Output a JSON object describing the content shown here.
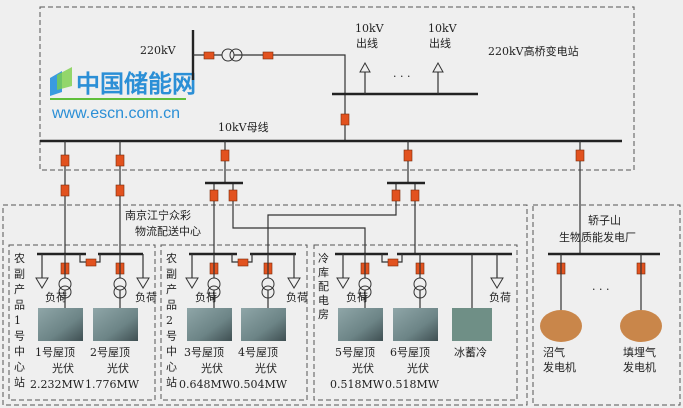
{
  "substation": {
    "hv_label": "220kV",
    "outlet1": [
      "10kV",
      "出线"
    ],
    "outlet2": [
      "10kV",
      "出线"
    ],
    "dots": "· · ·",
    "name": "220kV高桥变电站",
    "bus_label": "10kV母线"
  },
  "distribution_center": [
    "南京江宁众彩",
    "物流配送中心"
  ],
  "station1": {
    "name": [
      "农",
      "副",
      "产",
      "品",
      "1",
      "号",
      "中",
      "心",
      "站"
    ],
    "load_label": "负荷",
    "pv": [
      {
        "line1": "1号屋顶",
        "line2": "光伏",
        "capacity": "2.232MW"
      },
      {
        "line1": "2号屋顶",
        "line2": "光伏",
        "capacity": "1.776MW"
      }
    ]
  },
  "station2": {
    "name": [
      "农",
      "副",
      "产",
      "品",
      "2",
      "号",
      "中",
      "心",
      "站"
    ],
    "load_label": "负荷",
    "pv": [
      {
        "line1": "3号屋顶",
        "line2": "光伏",
        "capacity": "0.648MW"
      },
      {
        "line1": "4号屋顶",
        "line2": "光伏",
        "capacity": "0.504MW"
      }
    ]
  },
  "station3": {
    "name": [
      "冷",
      "库",
      "配",
      "电",
      "房"
    ],
    "load_label": "负荷",
    "pv": [
      {
        "line1": "5号屋顶",
        "line2": "光伏",
        "capacity": "0.518MW"
      },
      {
        "line1": "6号屋顶",
        "line2": "光伏",
        "capacity": "0.518MW"
      }
    ],
    "ice_storage": "冰蓄冷"
  },
  "biomass": {
    "name": [
      "轿子山",
      "生物质能发电厂"
    ],
    "dots": "· · ·",
    "gen1": [
      "沼气",
      "发电机"
    ],
    "gen2": [
      "填埋气",
      "发电机"
    ]
  },
  "watermark": {
    "cn": "中国储能网",
    "url": "www.escn.com.cn"
  },
  "colors": {
    "breaker": "#e2521f",
    "watermark": "#2b8fd6"
  }
}
